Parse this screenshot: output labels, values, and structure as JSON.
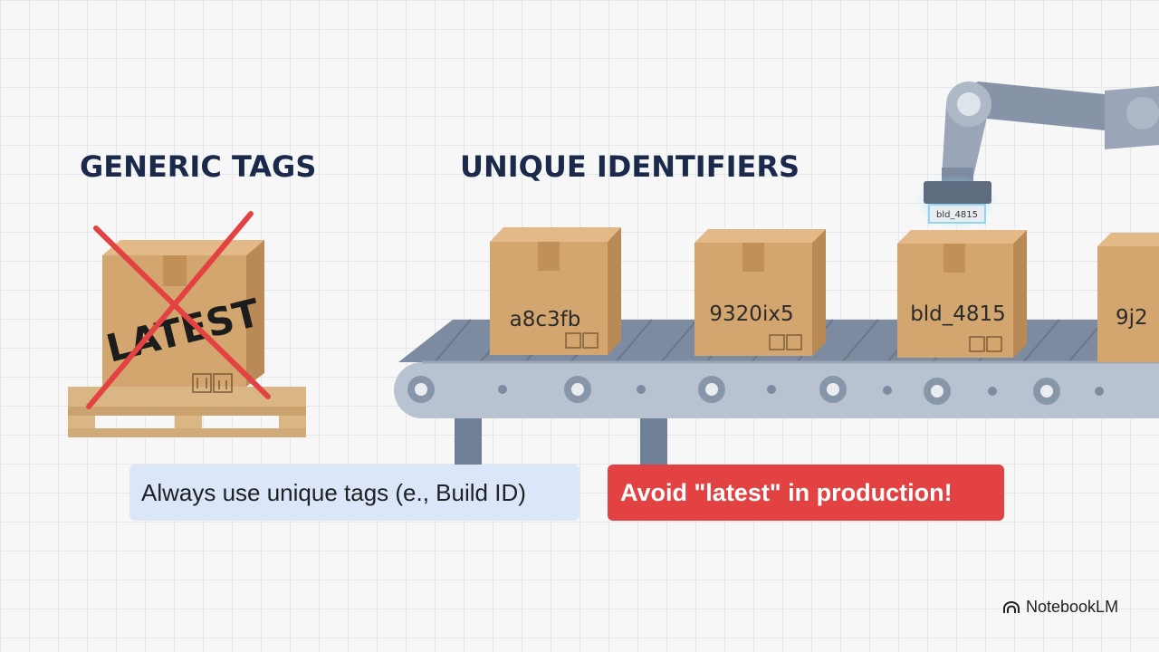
{
  "headings": {
    "generic": "GENERIC TAGS",
    "unique": "UNIQUE IDENTIFIERS"
  },
  "generic_box": {
    "stamp": "LATEST"
  },
  "conveyor_boxes": [
    {
      "label": "a8c3fb"
    },
    {
      "label": "9320ix5"
    },
    {
      "label": "bld_4815"
    },
    {
      "label": "9j2"
    }
  ],
  "robot_arm": {
    "plate_label": "bld_4815"
  },
  "callouts": {
    "tip": "Always use unique tags (e., Build ID)",
    "warning": "Avoid \"latest\" in production!"
  },
  "brand": {
    "name": "NotebookLM",
    "icon": "notebooklm-logo-icon"
  },
  "colors": {
    "heading": "#1b2a4a",
    "box": "#d4a66f",
    "belt": "#6b7a90",
    "tip_bg": "#dbe6f9",
    "warning_bg": "#e34242",
    "cross": "#e34242"
  }
}
